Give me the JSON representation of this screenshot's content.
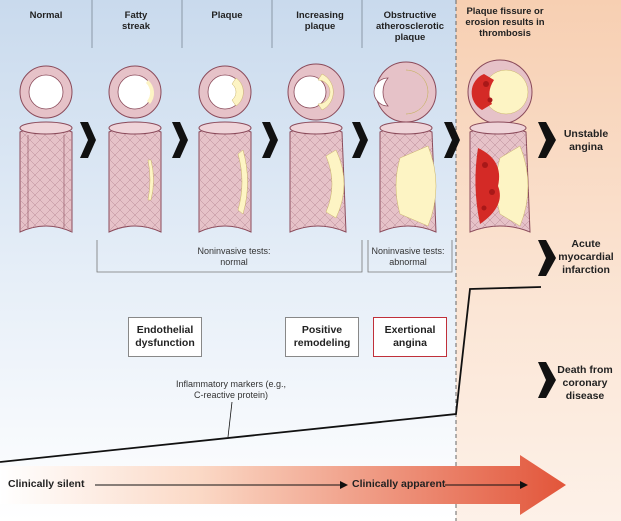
{
  "stages": [
    "Normal",
    "Fatty streak",
    "Plaque",
    "Increasing plaque",
    "Obstructive atherosclerotic plaque",
    "Plaque fissure or erosion results in thrombosis"
  ],
  "tests": {
    "normal": "Noninvasive tests: normal",
    "abnormal": "Noninvasive tests: abnormal"
  },
  "boxes": {
    "endothelial": "Endothelial dysfunction",
    "remodeling": "Positive remodeling",
    "exertional": "Exertional angina"
  },
  "outcomes": [
    "Unstable angina",
    "Acute myocardial infarction",
    "Death from coronary disease"
  ],
  "inflammatory": "Inflammatory markers (e.g., C-reactive protein)",
  "bottom": {
    "silent": "Clinically silent",
    "apparent": "Clinically apparent"
  },
  "colors": {
    "panel_blue": "#d6e4f2",
    "panel_peach": "#fbe3cf",
    "vessel": "#e6c2c8",
    "plaque": "#fdf4c4",
    "thrombus": "#d42a26",
    "arrow": "#e55a3c"
  }
}
